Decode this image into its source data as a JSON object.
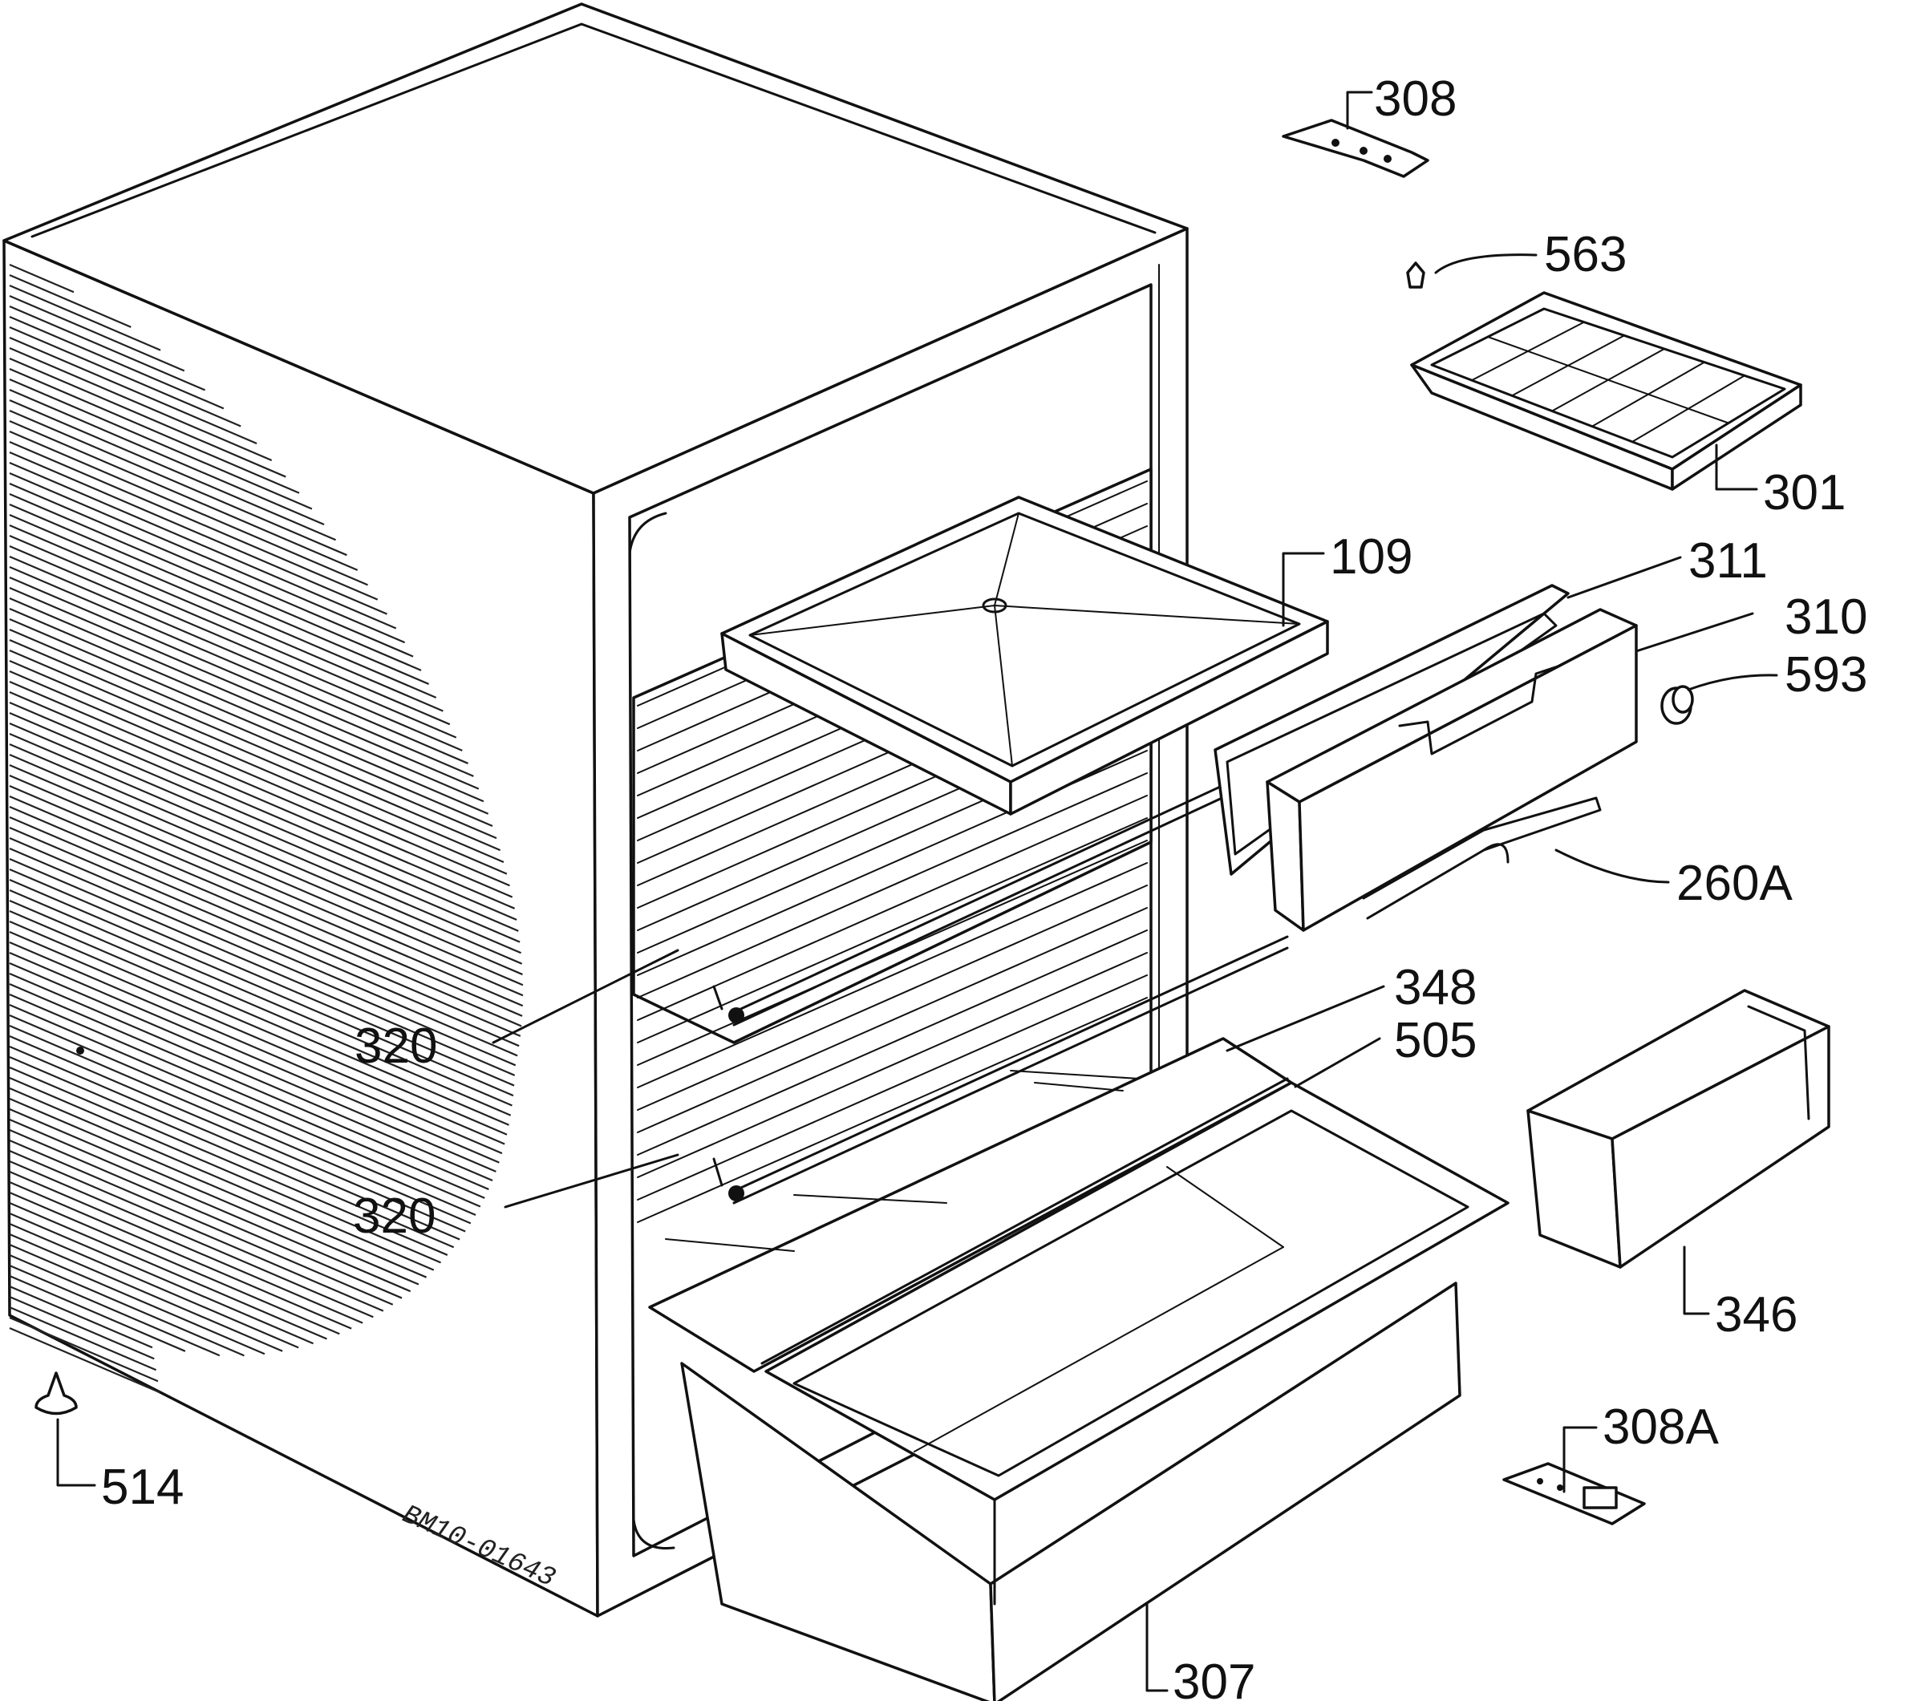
{
  "labels": {
    "l308": "308",
    "l563": "563",
    "l301": "301",
    "l109": "109",
    "l311": "311",
    "l310": "310",
    "l593": "593",
    "l260a": "260A",
    "l348": "348",
    "l505": "505",
    "l320a": "320",
    "l320b": "320",
    "l346": "346",
    "l308a": "308A",
    "l514": "514",
    "l307": "307"
  },
  "drawing_code": "BM10-01643"
}
